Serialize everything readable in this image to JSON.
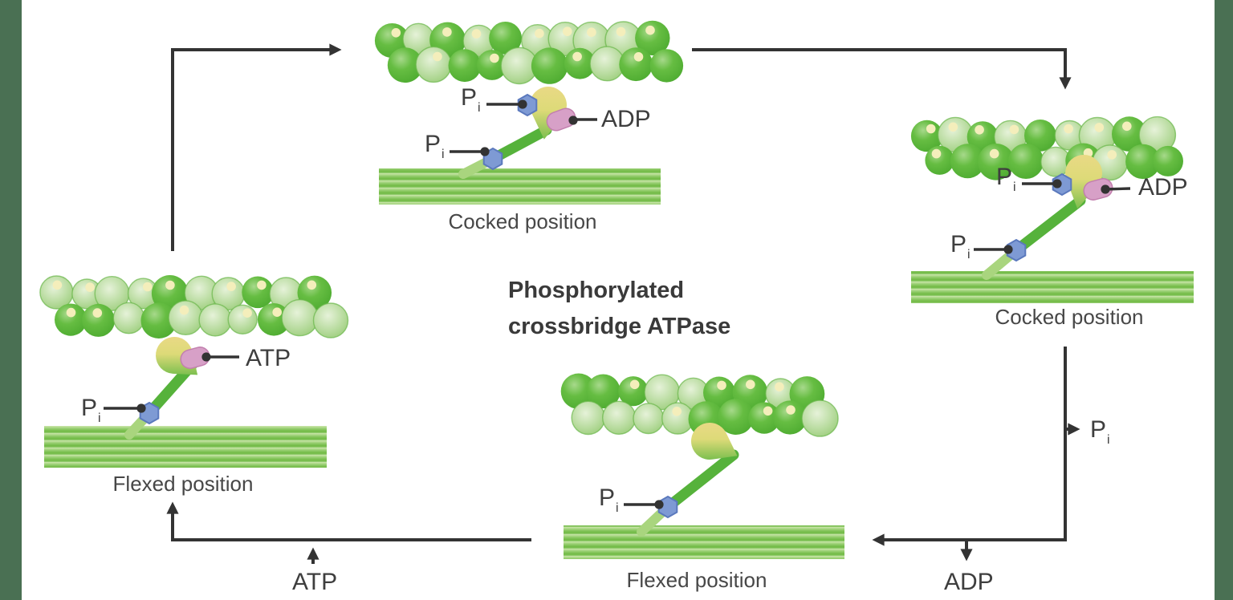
{
  "title": {
    "line1": "Phosphorylated",
    "line2": "crossbridge ATPase"
  },
  "panels": {
    "top_center": {
      "caption": "Cocked position"
    },
    "right": {
      "caption": "Cocked position"
    },
    "bottom_center": {
      "caption": "Flexed position"
    },
    "left": {
      "caption": "Flexed position"
    }
  },
  "molecules": {
    "pi": {
      "base": "P",
      "sub": "i"
    },
    "adp": "ADP",
    "atp": "ATP"
  },
  "cycle_labels": {
    "pi_release": {
      "base": "P",
      "sub": "i"
    },
    "adp_release": "ADP",
    "atp_binding": "ATP"
  },
  "colors": {
    "background": "#ffffff",
    "border": "#4a7053",
    "line": "#333333",
    "text": "#3e3e3e",
    "caption_text": "#474747",
    "title_text": "#3a3a3a",
    "actin_dark": "#4aa92e",
    "actin_light": "#b9dca0",
    "actin_dot": "#f4eebb",
    "arm_green": "#56b23b",
    "tail_green": "#a9d57e",
    "head_yellow": "#e9d985",
    "head_green": "#7cbf4f",
    "phosphate_blue": "#7e9ad4",
    "phosphate_blue_edge": "#5b79bd",
    "nucleotide_pink": "#d7a0c7",
    "nucleotide_pink_edge": "#c27fae",
    "filament_light": "#cbe6ab",
    "filament_mid": "#8cc964",
    "filament_dark": "#6fb942"
  }
}
